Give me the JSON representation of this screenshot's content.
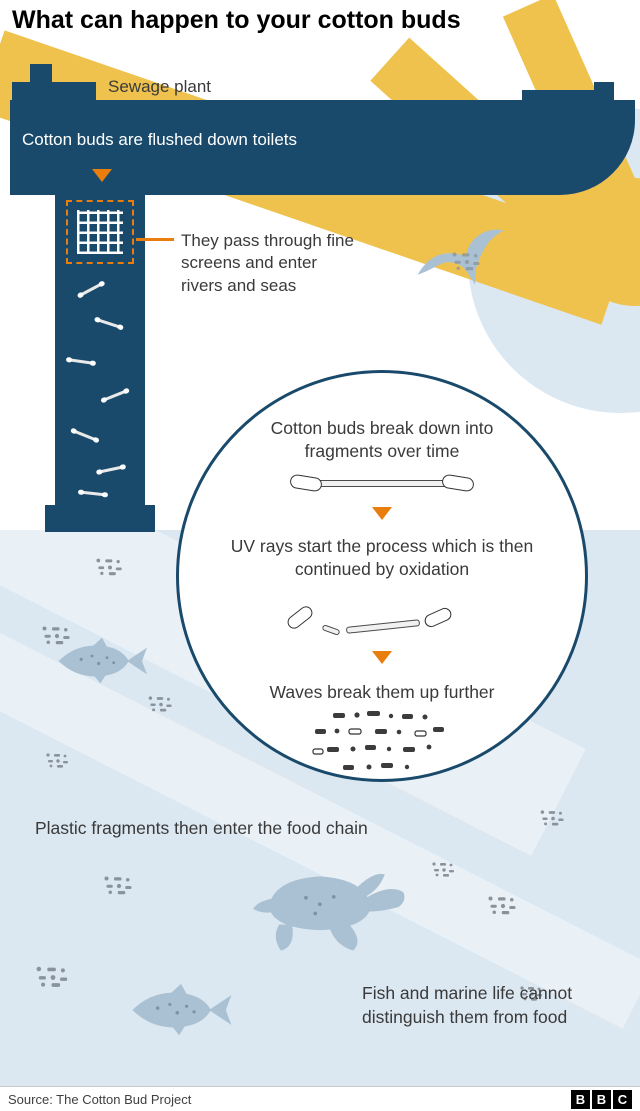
{
  "title": "What can happen to your cotton buds",
  "plant": {
    "label": "Sewage plant",
    "flush_text": "Cotton buds are flushed down toilets",
    "screen_text": "They pass through fine screens and enter rivers and seas"
  },
  "cycle": {
    "step1": "Cotton buds break down into fragments over time",
    "step2": "UV rays start the process which is then continued by oxidation",
    "step3": "Waves break them up further"
  },
  "water": {
    "food_chain": "Plastic fragments then enter the food chain",
    "marine": "Fish and marine life cannot distinguish them from food"
  },
  "footer": {
    "source": "Source: The Cotton Bud Project",
    "bbc": [
      "B",
      "B",
      "C"
    ]
  },
  "colors": {
    "navy": "#1a4a6b",
    "orange": "#e97e0e",
    "sun": "#eec24d",
    "water": "#dbe7f1",
    "silhouette": "#a9c1d3"
  }
}
